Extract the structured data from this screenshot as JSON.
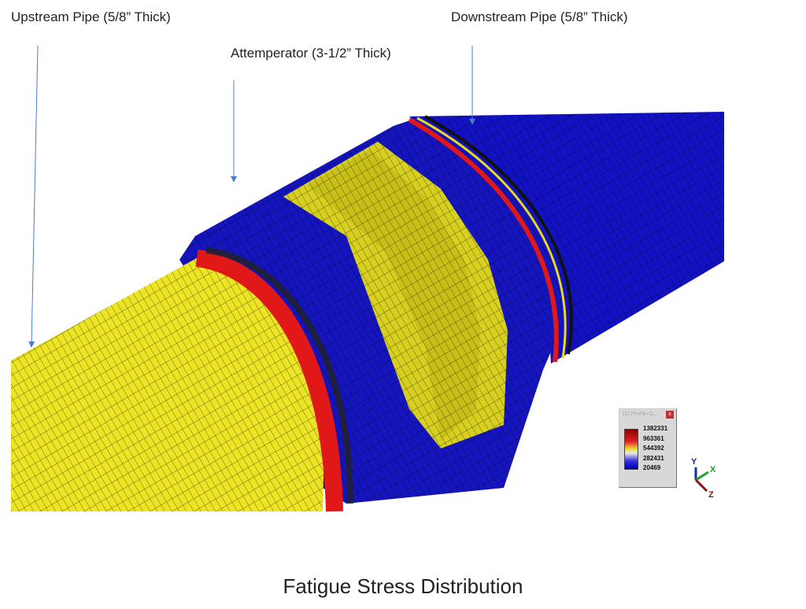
{
  "labels": {
    "upstream": "Upstream Pipe (5/8” Thick)",
    "attemperator": "Attemperator (3-1/2” Thick)",
    "downstream": "Downstream Pipe (5/8” Thick)"
  },
  "caption": "Fatigue Stress Distribution",
  "legend": {
    "title": "11) Pl+Pb+Q...",
    "close": "x",
    "values": [
      "1382331",
      "963361",
      "544392",
      "282431",
      "20469"
    ]
  },
  "axes": {
    "y": "Y",
    "x": "X",
    "z": "Z"
  },
  "colors": {
    "yellow": "#e8e020",
    "blue": "#1010c0",
    "red": "#e01818",
    "arrow": "#4a7cc8"
  }
}
